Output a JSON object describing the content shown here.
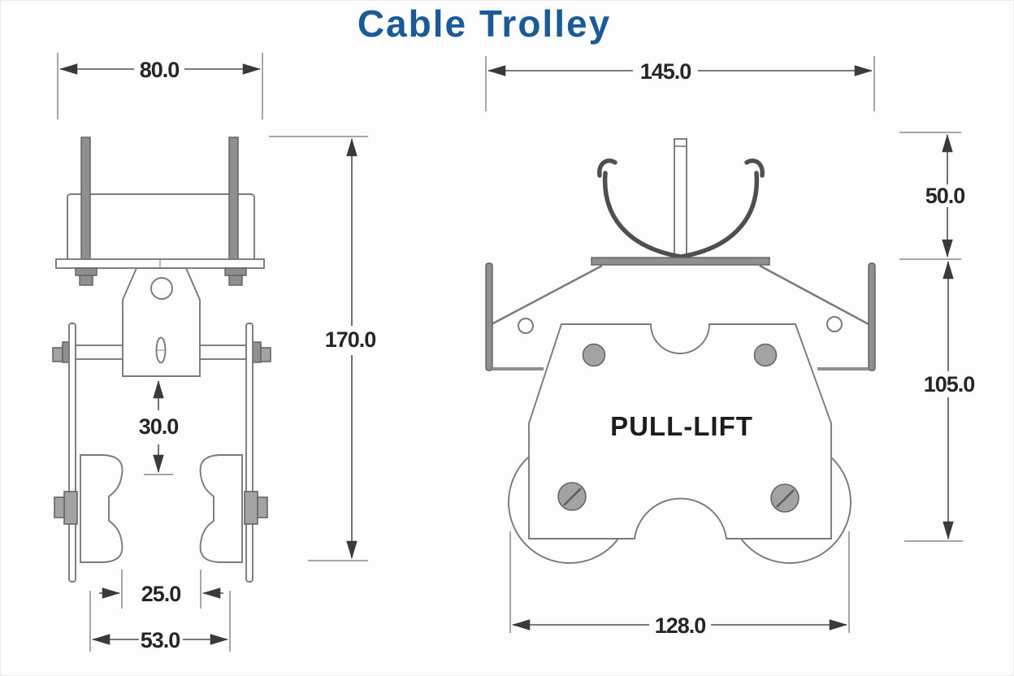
{
  "title": "Cable Trolley",
  "drawing": {
    "side_view": {
      "dims": {
        "clamp_width": "80.0",
        "overall_height": "170.0",
        "bracket_drop": "30.0",
        "wheel_gap": "25.0",
        "wheel_span": "53.0"
      }
    },
    "front_view": {
      "label": "PULL-LIFT",
      "dims": {
        "overall_width": "145.0",
        "saddle_height": "50.0",
        "body_height": "105.0",
        "wheel_track": "128.0"
      }
    }
  },
  "colors": {
    "title_blue": "#1a5a96",
    "drawing_line": "#7a7a7a",
    "dimension_line": "#4f4f4f",
    "dimension_text": "#262626",
    "metal_fill": "#8f8f8f",
    "background": "#fdfdfd"
  }
}
